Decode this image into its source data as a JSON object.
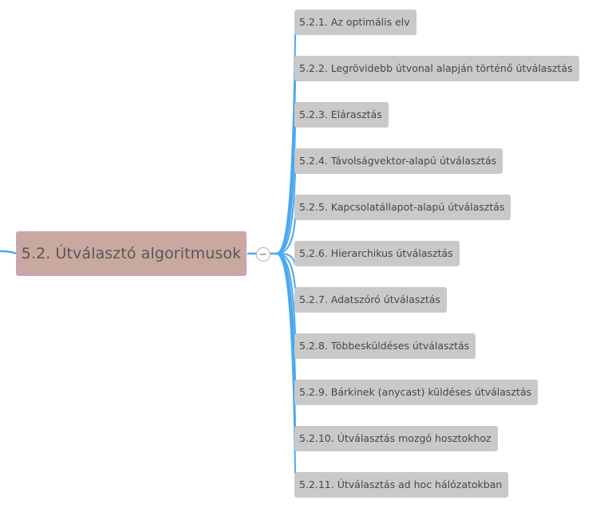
{
  "map": {
    "central_topic": "5.2. Útválasztó algoritmusok",
    "line_color": "#4aa8ee",
    "central_fill": "#c9a89f",
    "central_border": "#d49ad8",
    "subtopic_fill": "#c9c9c9",
    "subtopics": [
      "5.2.1. Az optimális elv",
      "5.2.2. Legrövidebb útvonal alapján történő útválasztás",
      "5.2.3. Elárasztás",
      "5.2.4. Távolságvektor-alapú útválasztás",
      "5.2.5. Kapcsolatállapot-alapú útválasztás",
      "5.2.6. Hierarchikus útválasztás",
      "5.2.7. Adatszóró útválasztás",
      "5.2.8. Többesküldéses útválasztás",
      "5.2.9. Bárkinek (anycast) küldéses útválasztás",
      "5.2.10. Útválasztás mozgó hosztokhoz",
      "5.2.11. Útválasztás ad hoc hálózatokban"
    ]
  }
}
